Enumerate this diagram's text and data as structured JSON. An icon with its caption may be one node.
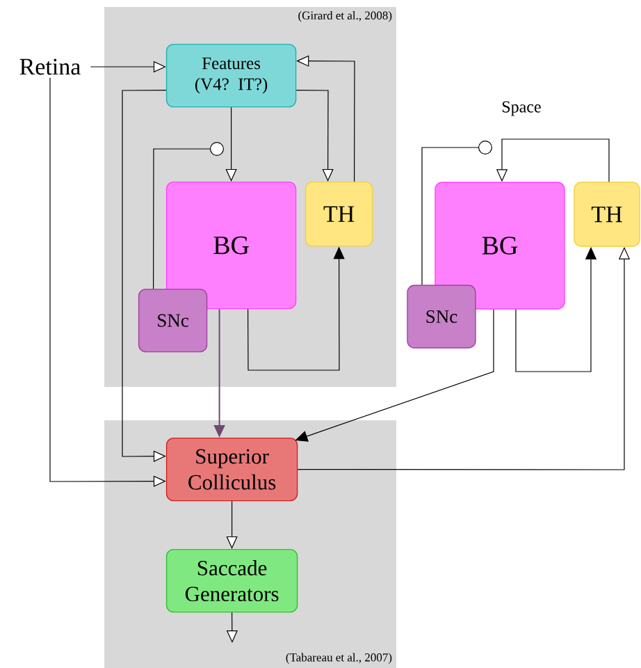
{
  "diagram": {
    "nodes": [
      {
        "text": [
          "(Girard et al., 2008)"
        ]
      },
      {
        "text": [
          "Retina"
        ]
      },
      {
        "text": [
          "Features (V4? IT?)"
        ],
        "in": 0
      },
      {
        "text": [
          "BG"
        ],
        "in": 0
      },
      {
        "text": [
          "TH"
        ],
        "in": 0
      },
      {
        "text": [
          "SNc"
        ],
        "in": 0
      },
      {
        "text": [
          "BG"
        ]
      },
      {
        "text": [
          "TH"
        ]
      },
      {
        "text": [
          "SNc"
        ]
      },
      {
        "text": [
          "(Tabareau et al., 2007)"
        ]
      },
      {
        "text": [
          "Superior Colliculus"
        ],
        "in": 9
      },
      {
        "text": [
          "Saccade Generators"
        ],
        "in": 9
      }
    ],
    "edges": [
      {
        "from": 1,
        "to": 2,
        "arrow": "to"
      },
      {
        "from": 1,
        "to": 10,
        "arrow": "to"
      },
      {
        "from": 4,
        "to": 2,
        "arrow": "to"
      },
      {
        "from": 2,
        "to": 3,
        "arrow": "to"
      },
      {
        "from": 2,
        "to": 4,
        "arrow": "to"
      },
      {
        "from": 2,
        "to": 10,
        "arrow": "to"
      },
      {
        "from": 5,
        "to": null,
        "arrow": "other"
      },
      {
        "from": 3,
        "to": 4,
        "arrow": "to"
      },
      {
        "from": 3,
        "to": 10,
        "arrow": "to",
        "color": "#704870"
      },
      {
        "from": 8,
        "to": null,
        "arrow": "other"
      },
      {
        "from": 7,
        "to": 6,
        "arrow": "to"
      },
      {
        "from": 6,
        "to": 7,
        "arrow": "to"
      },
      {
        "from": 6,
        "to": 10,
        "arrow": "to"
      },
      {
        "from": 10,
        "to": 7,
        "arrow": "to"
      },
      {
        "from": 10,
        "to": 11,
        "arrow": "to"
      },
      {
        "from": 11,
        "to": null,
        "arrow": "to"
      }
    ],
    "labels": [
      "Space"
    ]
  }
}
